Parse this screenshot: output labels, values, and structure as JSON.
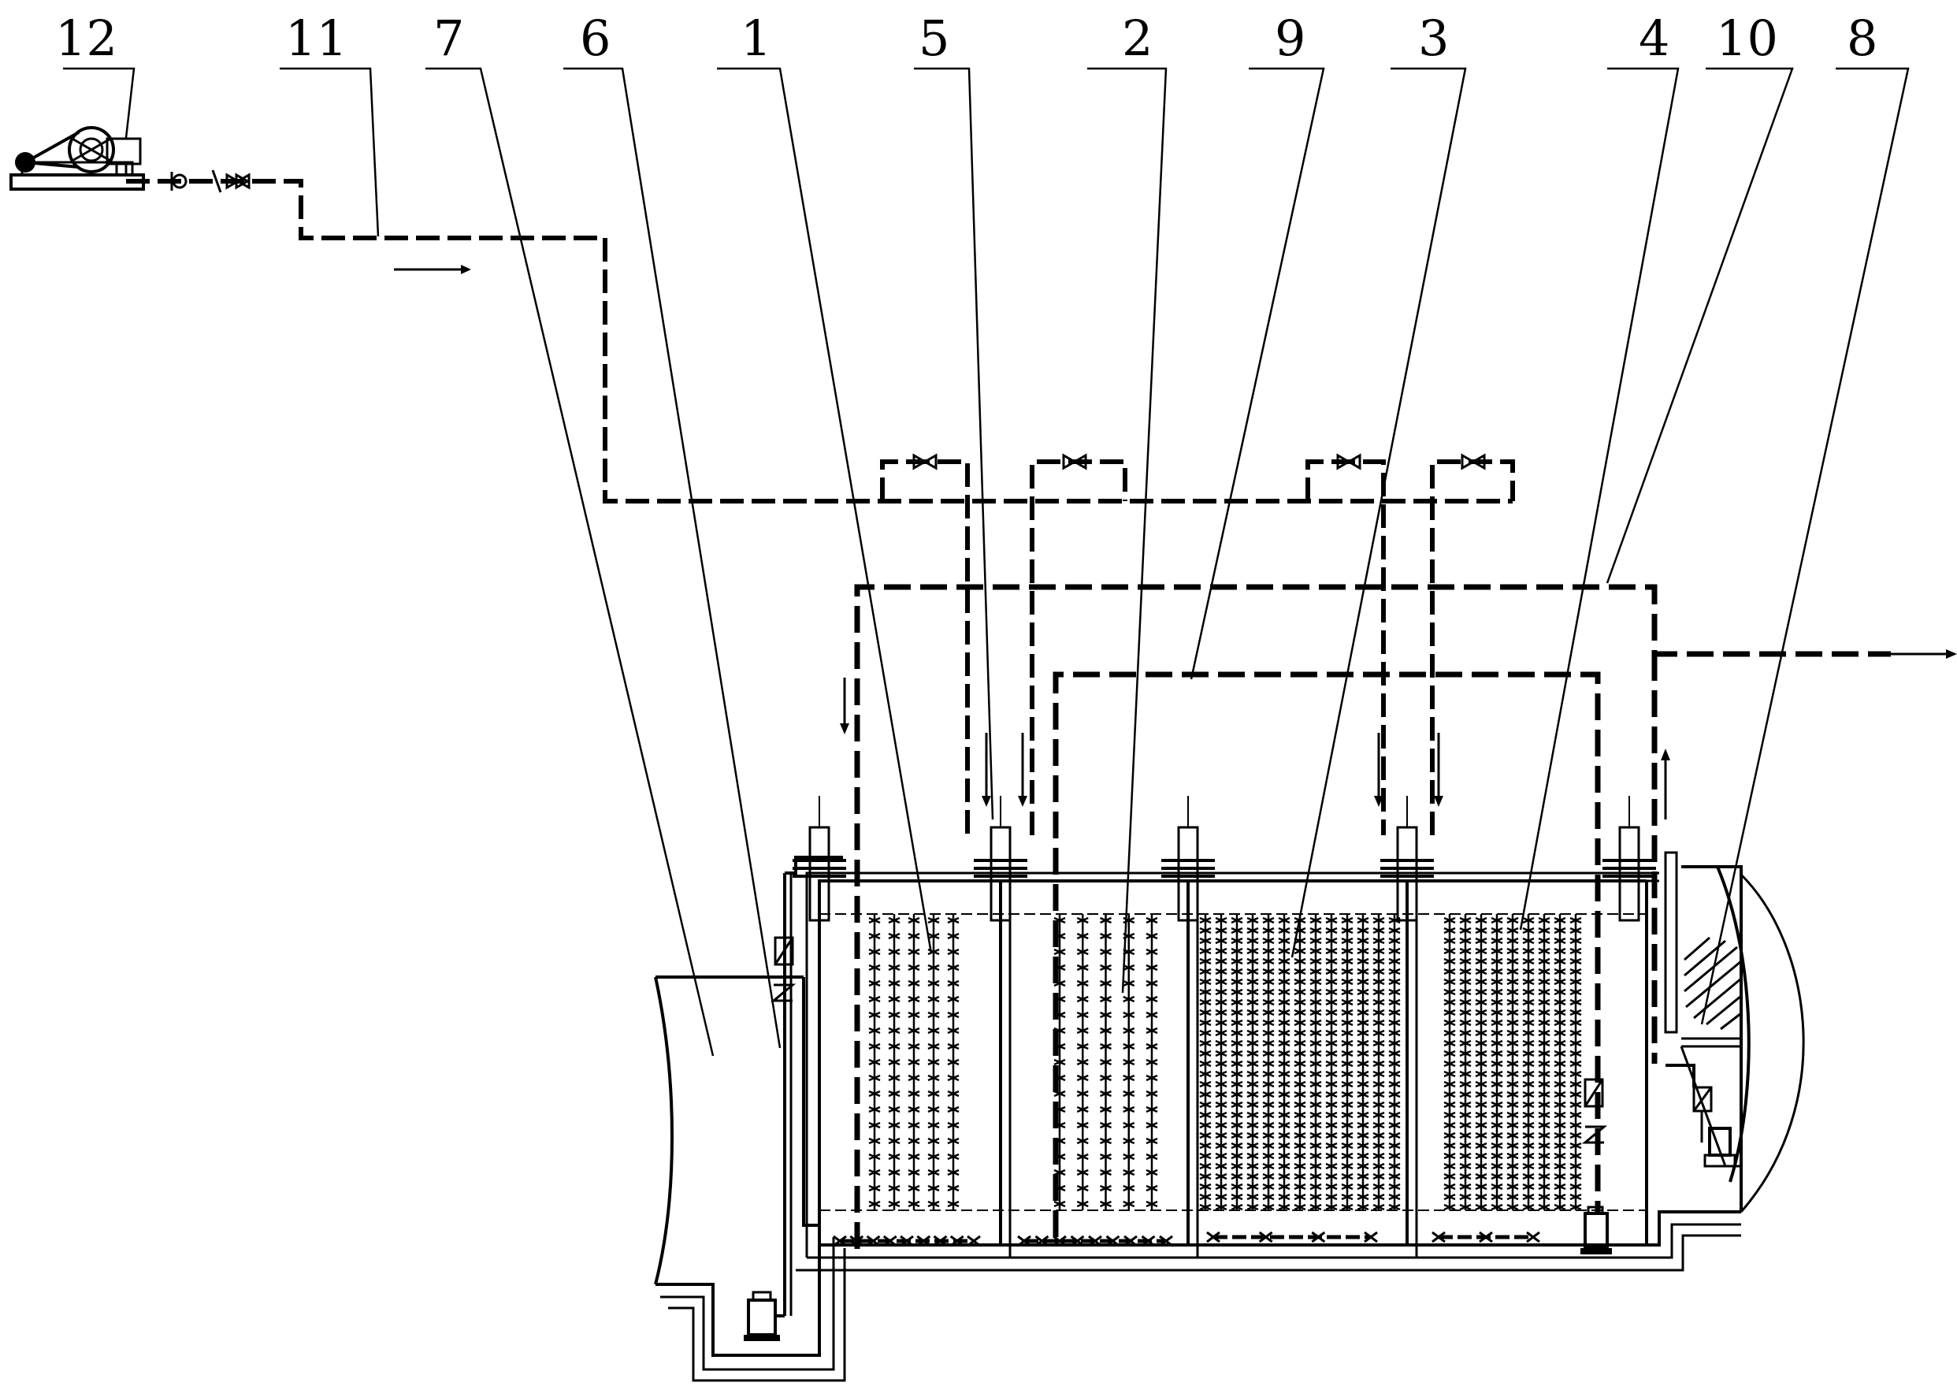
{
  "labels": [
    {
      "id": "label-12",
      "text": "12"
    },
    {
      "id": "label-11",
      "text": "11"
    },
    {
      "id": "label-7",
      "text": "7"
    },
    {
      "id": "label-6",
      "text": "6"
    },
    {
      "id": "label-1",
      "text": "1"
    },
    {
      "id": "label-5",
      "text": "5"
    },
    {
      "id": "label-2",
      "text": "2"
    },
    {
      "id": "label-9",
      "text": "9"
    },
    {
      "id": "label-3",
      "text": "3"
    },
    {
      "id": "label-4",
      "text": "4"
    },
    {
      "id": "label-10",
      "text": "10"
    },
    {
      "id": "label-8",
      "text": "8"
    }
  ],
  "components": {
    "blower": "blower-icon",
    "air_main_pipe": "air-supply-pipe",
    "tanks": [
      "tank-1",
      "tank-2",
      "tank-3",
      "tank-4"
    ],
    "lift_pump": "submersible-pump-icon",
    "outlet_pump": "outlet-pump-icon"
  }
}
